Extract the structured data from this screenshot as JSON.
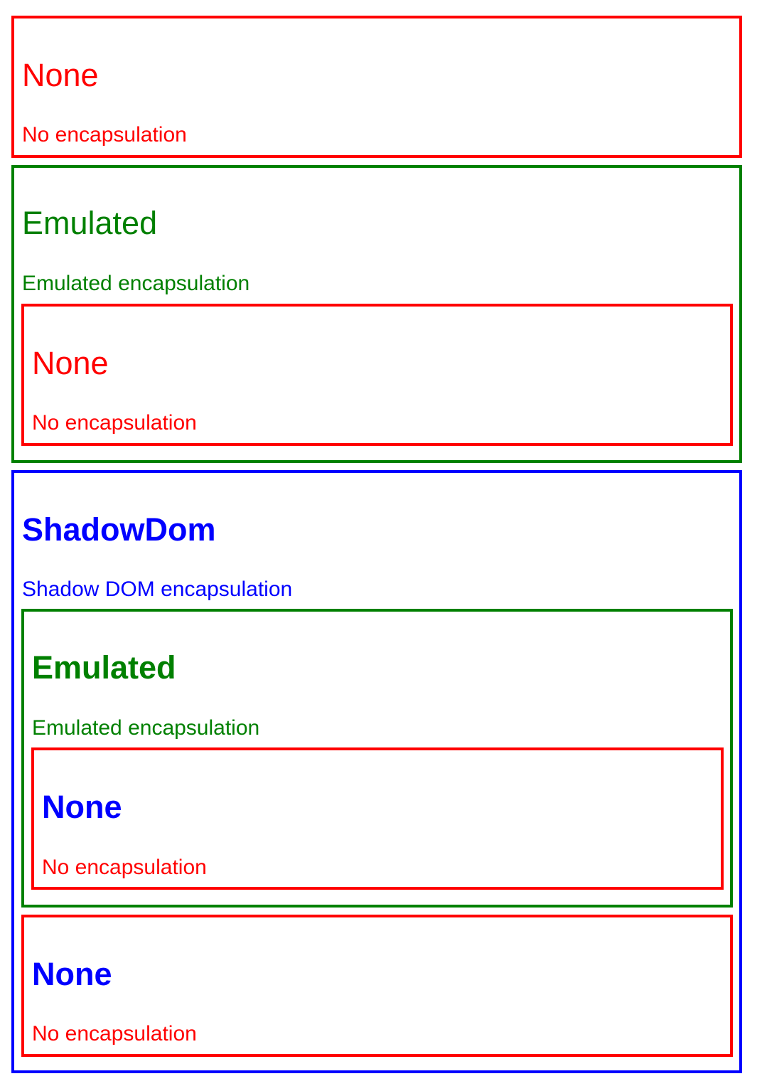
{
  "sections": {
    "none_top": {
      "title": "None",
      "description": "No encapsulation"
    },
    "emulated_top": {
      "title": "Emulated",
      "description": "Emulated encapsulation",
      "child_none": {
        "title": "None",
        "description": "No encapsulation"
      }
    },
    "shadowdom": {
      "title": "ShadowDom",
      "description": "Shadow DOM encapsulation",
      "child_emulated": {
        "title": "Emulated",
        "description": "Emulated encapsulation",
        "child_none": {
          "title": "None",
          "description": "No encapsulation"
        }
      },
      "child_none": {
        "title": "None",
        "description": "No encapsulation"
      }
    }
  },
  "colors": {
    "none": "#ff0000",
    "emulated": "#008000",
    "shadowdom": "#0000ff"
  }
}
